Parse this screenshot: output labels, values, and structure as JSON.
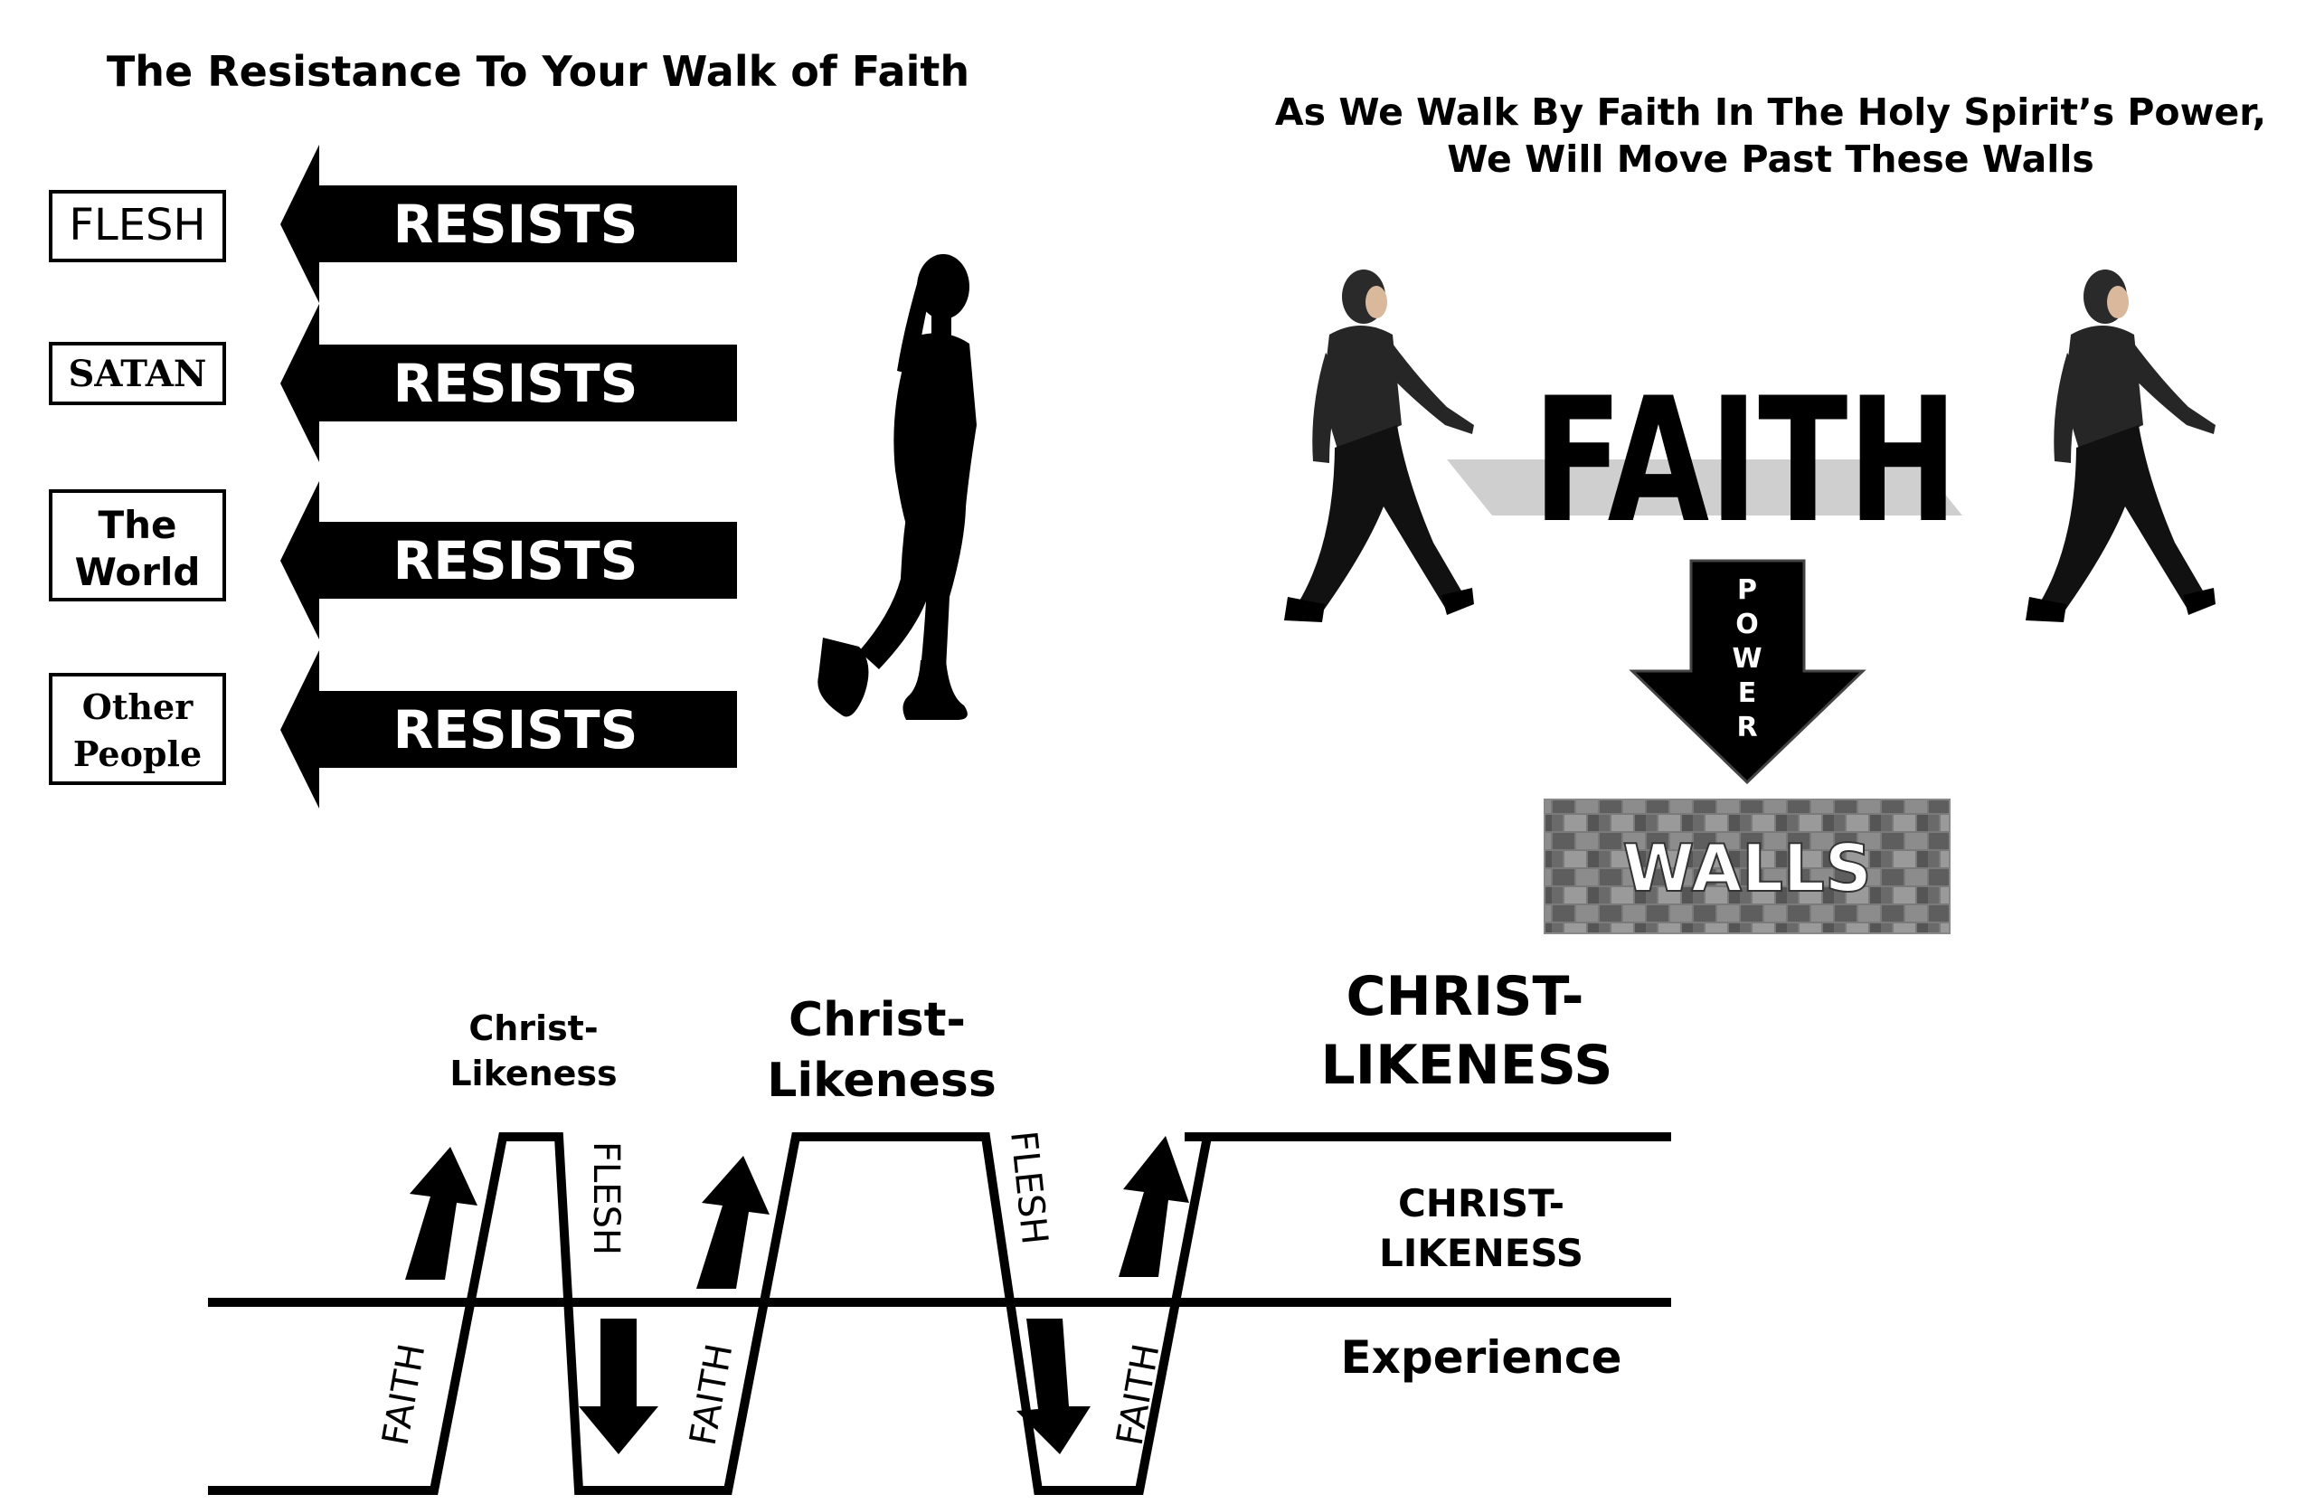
{
  "left_panel": {
    "title": "The Resistance To Your Walk of Faith",
    "boxes": [
      {
        "lines": [
          "FLESH"
        ]
      },
      {
        "lines": [
          "SATAN"
        ]
      },
      {
        "lines": [
          "The",
          "World"
        ]
      },
      {
        "lines": [
          "Other",
          "People"
        ]
      }
    ],
    "arrows": [
      {
        "label": "RESISTS"
      },
      {
        "label": "RESISTS"
      },
      {
        "label": "RESISTS"
      },
      {
        "label": "RESISTS"
      }
    ]
  },
  "right_panel": {
    "title_line1": "As We Walk By Faith In The Holy Spirit’s Power,",
    "title_line2": "We Will Move Past These Walls",
    "faith_word": "FAITH",
    "power_letters": [
      "P",
      "O",
      "W",
      "E",
      "R"
    ],
    "walls_label": "WALLS"
  },
  "bottom_diagram": {
    "peak1": [
      "Christ-",
      "Likeness"
    ],
    "peak2": [
      "Christ-",
      "Likeness"
    ],
    "peak3": [
      "CHRIST-",
      "LIKENESS"
    ],
    "band_label": [
      "CHRIST-",
      "LIKENESS"
    ],
    "baseline_label": "Experience",
    "faith_label": "FAITH",
    "flesh_label": "FLESH"
  },
  "colors": {
    "ink": "#000000",
    "paper": "#ffffff",
    "brick": "#6f6f6f",
    "shadow": "#cfcfcf"
  }
}
